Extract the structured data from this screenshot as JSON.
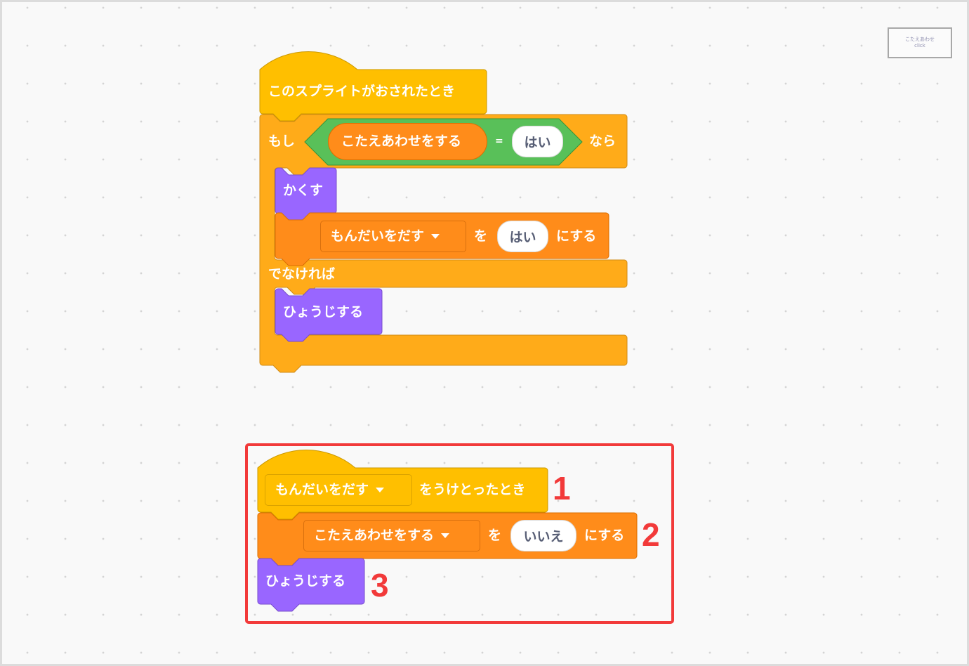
{
  "stage_button": {
    "line1": "こたえあわせ",
    "line2": "click"
  },
  "script1": {
    "hat_label": "このスプライトがおされたとき",
    "if_label": "もし",
    "condition": {
      "variable": "こたえあわせをする",
      "operator": "=",
      "value": "はい"
    },
    "then_label": "なら",
    "then_blocks": [
      {
        "type": "looks",
        "label": "かくす"
      },
      {
        "type": "variable-set",
        "dropdown": "もんだいをだす",
        "of_label": "を",
        "value": "はい",
        "suffix": "にする"
      }
    ],
    "else_label": "でなければ",
    "else_blocks": [
      {
        "type": "looks",
        "label": "ひょうじする"
      }
    ]
  },
  "script2": {
    "hat": {
      "dropdown": "もんだいをだす",
      "suffix": "をうけとったとき"
    },
    "set_block": {
      "dropdown": "こたえあわせをする",
      "of_label": "を",
      "value": "いいえ",
      "suffix": "にする"
    },
    "looks_block": {
      "label": "ひょうじする"
    },
    "annotations": [
      "1",
      "2",
      "3"
    ]
  },
  "colors": {
    "events": "#ffbf00",
    "control": "#ffab19",
    "variables": "#ff8c1a",
    "looks": "#9966ff",
    "operators": "#59c059",
    "highlight": "#f23a3a"
  }
}
